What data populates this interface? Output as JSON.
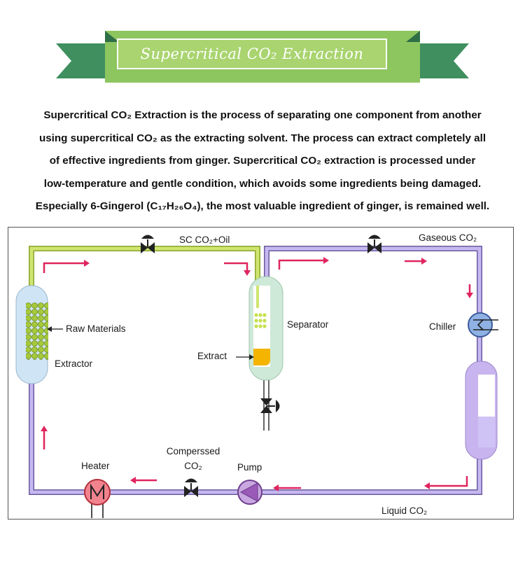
{
  "banner": {
    "title": "Supercritical CO₂ Extraction",
    "colors": {
      "dark": "#3f8f5f",
      "mid": "#8dc55f",
      "light": "#a9d46f",
      "border": "#ffffff"
    }
  },
  "intro": {
    "lines": [
      "Supercritical CO₂ Extraction is the process of separating one component from another",
      "using supercritical CO₂ as the extracting solvent. The process can extract completely all",
      "of effective ingredients from ginger. Supercritical CO₂ extraction  is processed under",
      "low-temperature and gentle condition, which avoids some ingredients being damaged.",
      "Especially 6-Gingerol (C₁₇H₂₆O₄), the most valuable ingredient of ginger, is remained well."
    ]
  },
  "diagram": {
    "labels": {
      "sc_co2_oil": "SC CO₂+Oil",
      "gaseous_co2": "Gaseous CO₂",
      "raw_materials": "Raw Materials",
      "extractor": "Extractor",
      "separator": "Separator",
      "extract": "Extract",
      "chiller": "Chiller",
      "compressed_line1": "Comperssed",
      "compressed_line2": "CO₂",
      "heater": "Heater",
      "pump": "Pump",
      "liquid_co2": "Liquid CO₂"
    },
    "icons": [
      "valve-icon",
      "arrow-icon",
      "heater-icon",
      "pump-icon",
      "chiller-icon"
    ],
    "colors": {
      "green_pipe": "#c6de6a",
      "purple_pipe": "#b9a9e6",
      "flow_arrow": "#e0245e",
      "extractor_fill": "#cfe5f5",
      "separator_fill": "#cfe9d8",
      "extract_fill": "#f4b400",
      "heater_fill": "#f1838e",
      "pump_fill": "#9a5ab8",
      "chiller_fill": "#8fb1e3",
      "tank_fill": "#c8b4ee",
      "valve": "#222222"
    }
  }
}
